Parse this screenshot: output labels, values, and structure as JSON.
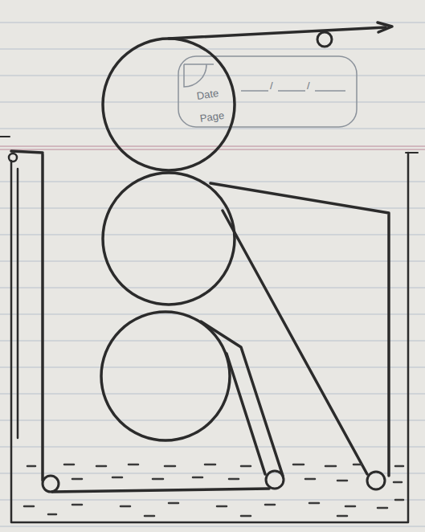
{
  "diagram": {
    "labels": [
      "Date",
      "Page",
      "/",
      "/"
    ]
  }
}
